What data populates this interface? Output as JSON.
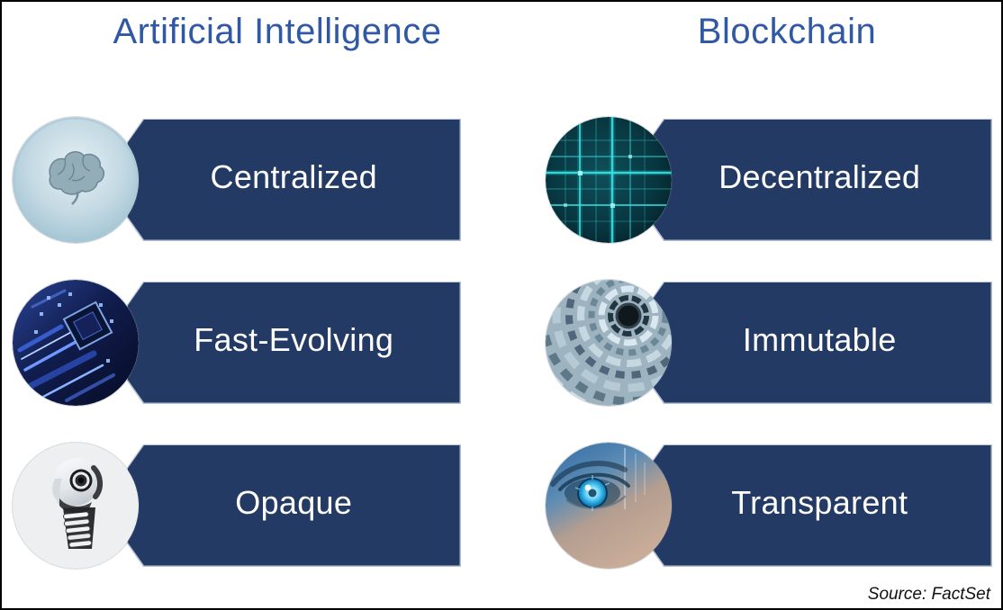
{
  "page": {
    "source_note": "Source: FactSet"
  },
  "colors": {
    "banner_navy": "#233A64",
    "banner_edge_light": "#B3BFD3",
    "header_blue": "#3058A5",
    "banner_text": "#FFFFFF",
    "frame_border": "#000000",
    "background": "#FFFFFF"
  },
  "columns": [
    {
      "id": "artificial-intelligence",
      "header": "Artificial Intelligence",
      "items": [
        {
          "label": "Centralized",
          "icon": "brain-icon"
        },
        {
          "label": "Fast-Evolving",
          "icon": "circuit-board-icon"
        },
        {
          "label": "Opaque",
          "icon": "robot-head-icon"
        }
      ]
    },
    {
      "id": "blockchain",
      "header": "Blockchain",
      "items": [
        {
          "label": "Decentralized",
          "icon": "network-grid-icon"
        },
        {
          "label": "Immutable",
          "icon": "digital-rings-icon"
        },
        {
          "label": "Transparent",
          "icon": "digital-eye-icon"
        }
      ]
    }
  ]
}
